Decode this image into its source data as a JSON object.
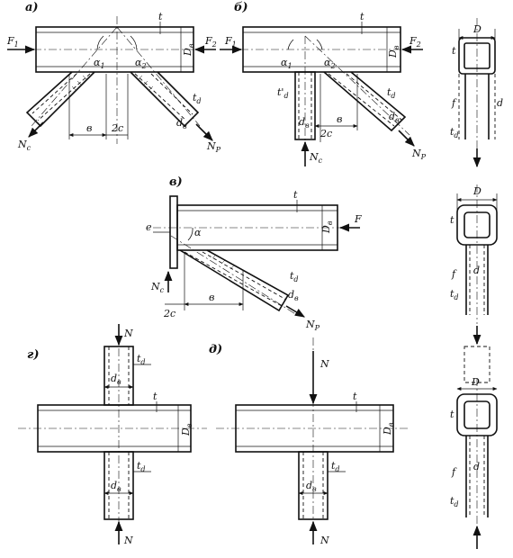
{
  "panels": {
    "a": {
      "label": "а)",
      "f1": "F",
      "f1_sub": "1",
      "f2": "F",
      "f2_sub": "2",
      "alpha1": "α",
      "alpha1_sub": "1",
      "alpha2": "α",
      "alpha2_sub": "2",
      "t": "t",
      "dh": "D",
      "dh_sub": "в",
      "td": "t",
      "td_sub": "d",
      "dd": "d",
      "dd_sub": "в",
      "b": "в",
      "c2": "2c",
      "nc": "N",
      "nc_sub": "c",
      "np": "N",
      "np_sub": "P"
    },
    "b": {
      "label": "б)",
      "f1": "F",
      "f1_sub": "1",
      "f2": "F",
      "f2_sub": "2",
      "alpha1": "α",
      "alpha1_sub": "1",
      "alpha2": "α",
      "alpha2_sub": "2",
      "t": "t",
      "dh": "D",
      "dh_sub": "в",
      "tdp": "t'",
      "tdp_sub": "d",
      "td": "t",
      "td_sub": "d",
      "dd1": "d",
      "dd1_sub": "в",
      "dd2": "d",
      "dd2_sub": "в",
      "b": "в",
      "c2": "2c",
      "nc": "N",
      "nc_sub": "c",
      "np": "N",
      "np_sub": "P"
    },
    "v": {
      "label": "в)",
      "e": "e",
      "alpha": "α",
      "t": "t",
      "dh": "D",
      "dh_sub": "в",
      "f": "F",
      "td": "t",
      "td_sub": "d",
      "dd": "d",
      "dd_sub": "в",
      "nc": "N",
      "nc_sub": "c",
      "np": "N",
      "np_sub": "P",
      "c2": "2c",
      "b": "в"
    },
    "g": {
      "label": "г)",
      "n_top": "N",
      "n_bot": "N",
      "td1": "t",
      "td1_sub": "d",
      "dd1": "d",
      "dd1_sub": "в",
      "t": "t",
      "dh": "D",
      "dh_sub": "в",
      "td2": "t",
      "td2_sub": "d",
      "dd2": "d",
      "dd2_sub": "в"
    },
    "d": {
      "label": "д)",
      "n_top": "N",
      "n_bot": "N",
      "t": "t",
      "dh": "D",
      "dh_sub": "в",
      "td": "t",
      "td_sub": "d",
      "dd": "d",
      "dd_sub": "в"
    },
    "s1": {
      "big_d": "D",
      "t": "t",
      "f": "f",
      "d": "d",
      "td": "t",
      "td_sub": "d"
    },
    "s2": {
      "big_d": "D",
      "t": "t",
      "f": "f",
      "d": "d",
      "td": "t",
      "td_sub": "d"
    },
    "s3": {
      "big_d": "D",
      "t": "t",
      "f": "f",
      "d": "d",
      "td": "t",
      "td_sub": "d"
    }
  }
}
